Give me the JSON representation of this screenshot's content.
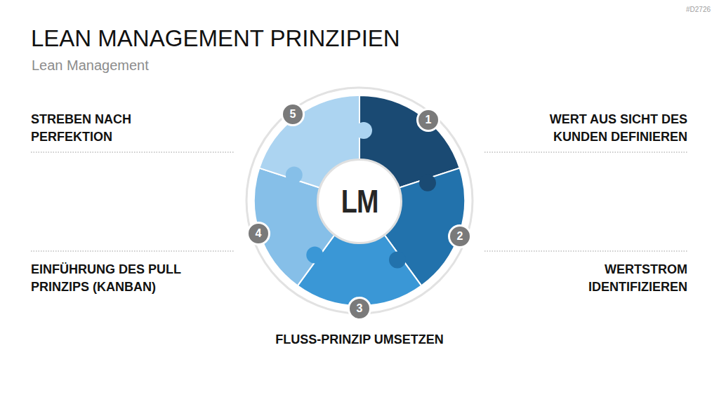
{
  "diagram": {
    "title": "LEAN MANAGEMENT PRINZIPIEN",
    "nodes": [
      {
        "text": [
          "5"
        ]
      },
      {
        "text": [
          "1"
        ]
      },
      {
        "text": [
          "LM"
        ]
      },
      {
        "text": [
          "4"
        ]
      },
      {
        "text": [
          "2"
        ]
      },
      {
        "text": [
          "3"
        ]
      }
    ],
    "labels": [
      "#D2726",
      "Lean Management",
      "STREBEN NACH PERFEKTION",
      "WERT AUS SICHT DES KUNDEN DEFINIEREN",
      "EINFÜHRUNG DES PULL PRINZIPS (KANBAN)",
      "WERTSTROM IDENTIFIZIEREN",
      "FLUSS-PRINZIP UMSETZEN"
    ]
  }
}
